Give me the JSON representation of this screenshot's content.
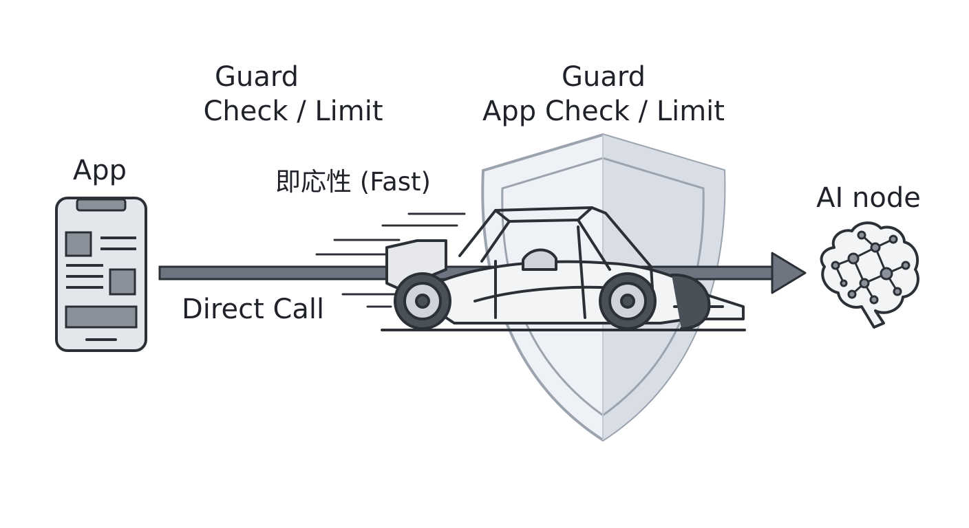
{
  "labels": {
    "guard_left_line1": "Guard",
    "guard_left_line2": "Check / Limit",
    "guard_right_line1": "Guard",
    "guard_right_line2": "App Check / Limit",
    "app": "App",
    "fast": "即応性 (Fast)",
    "direct_call": "Direct Call",
    "ai_node": "AI node"
  },
  "icons": {
    "phone": "smartphone-icon",
    "car": "race-car-icon",
    "shield": "shield-icon",
    "brain": "brain-network-icon",
    "arrow": "arrow-right-icon"
  },
  "colors": {
    "ink": "#2b2f36",
    "arrow": "#6e7580",
    "shield_fill_light": "#eef1f5",
    "shield_fill_dark": "#d9dee6",
    "shield_stroke": "#9aa3ae",
    "phone_fill": "#e3e6ea"
  }
}
